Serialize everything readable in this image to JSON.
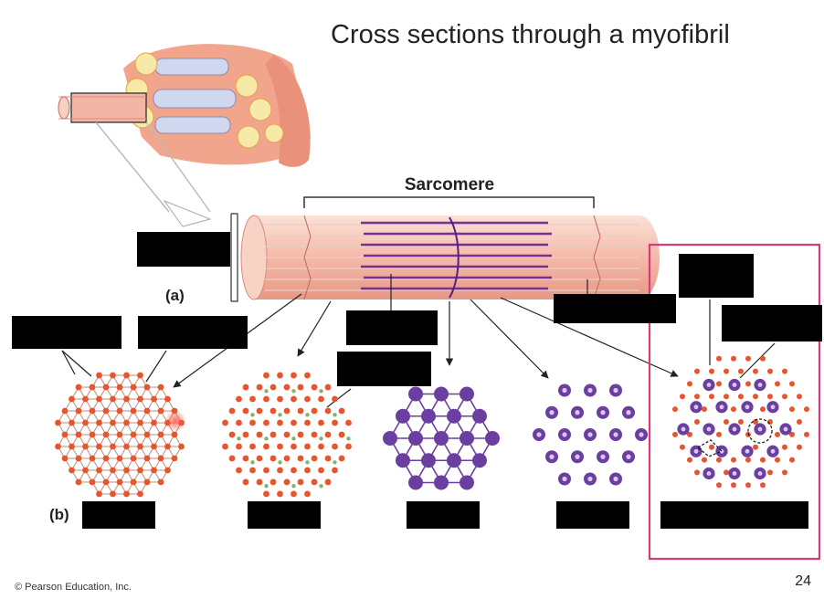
{
  "slide": {
    "title": "Cross sections through a myofibril",
    "sarcomere_label": "Sarcomere",
    "part_a_label": "(a)",
    "part_b_label": "(b)",
    "copyright": "© Pearson Education, Inc.",
    "page_number": "24"
  },
  "colors": {
    "actin": "#e8542e",
    "myosin": "#6a3fa0",
    "myofibril": "#f3b5a5",
    "highlight_box": "#d63c7a",
    "redacted": "#000000"
  },
  "cross_sections": [
    {
      "kind": "z-disc"
    },
    {
      "kind": "i-band"
    },
    {
      "kind": "m-line"
    },
    {
      "kind": "h-zone"
    },
    {
      "kind": "a-band-overlap"
    }
  ]
}
